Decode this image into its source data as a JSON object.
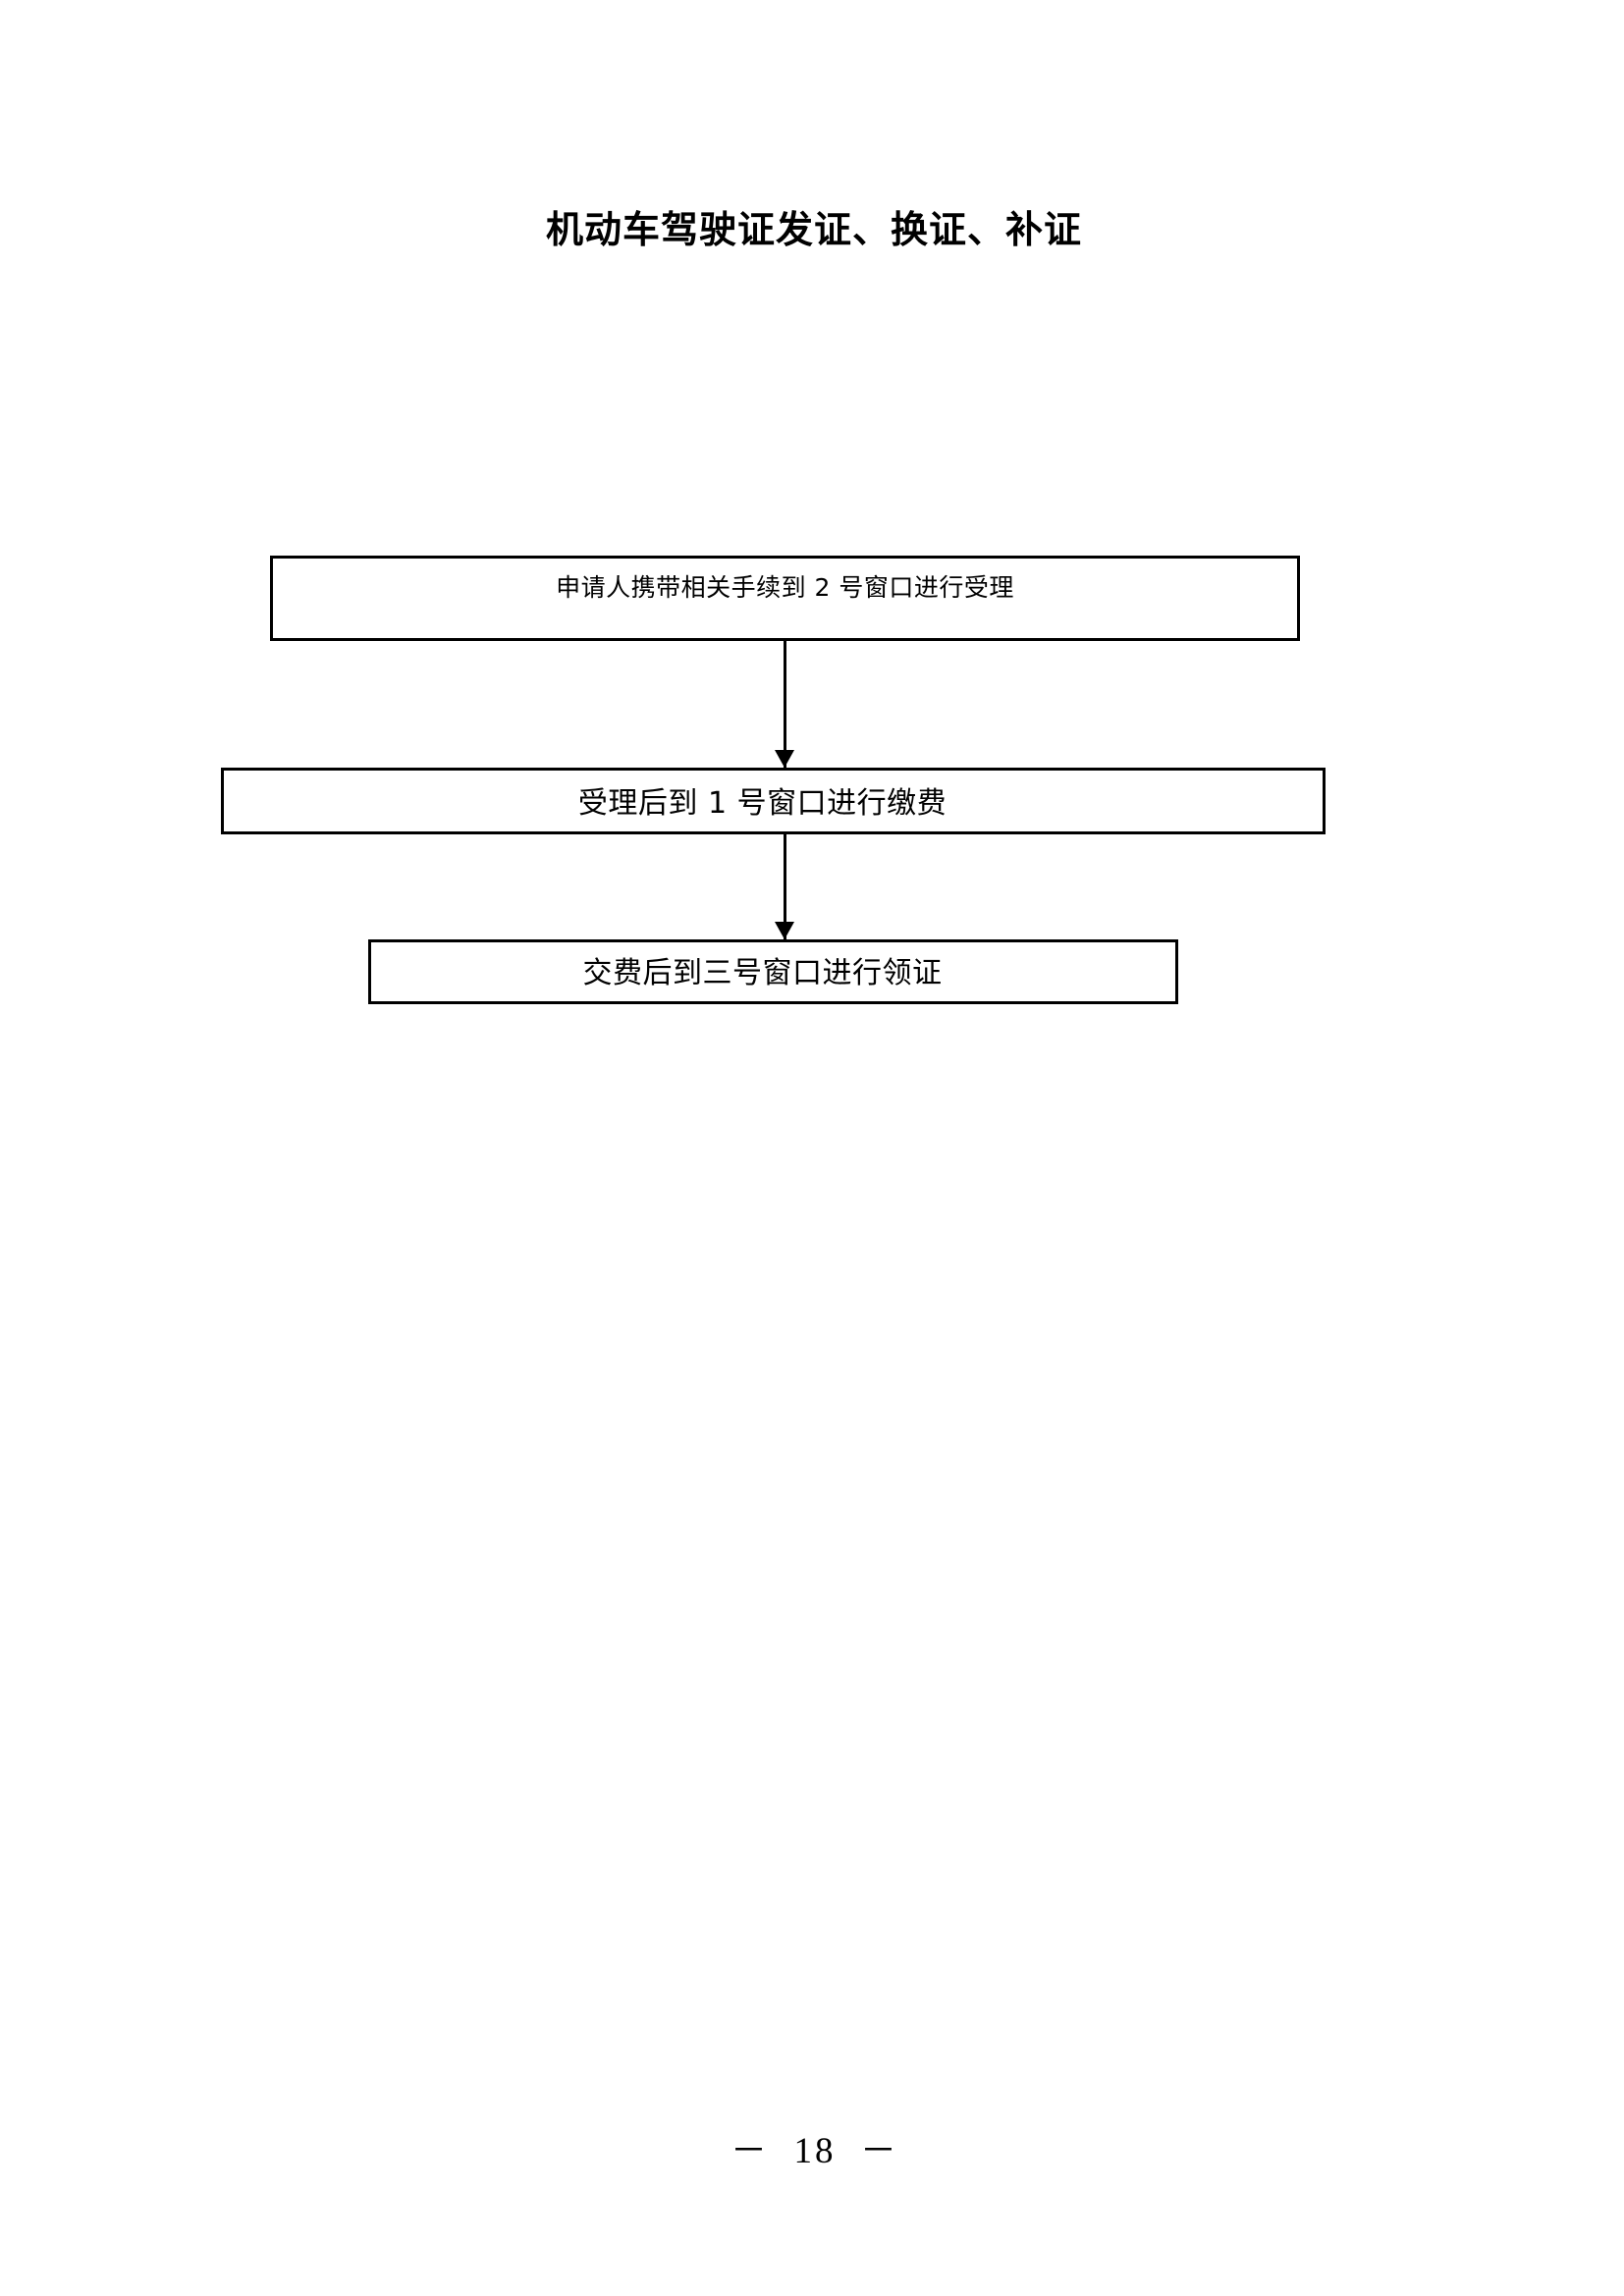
{
  "document": {
    "title": "机动车驾驶证发证、换证、补证",
    "page_footer": "－  18  －",
    "page_number": "18"
  },
  "flowchart": {
    "type": "process-flow",
    "orientation": "vertical-top-to-bottom",
    "steps": [
      {
        "id": "step-1",
        "label": "申请人携带相关手续到 2 号窗口进行受理",
        "window": "2 号窗口",
        "action": "受理"
      },
      {
        "id": "step-2",
        "label": "受理后到 1 号窗口进行缴费",
        "window": "1 号窗口",
        "action": "缴费"
      },
      {
        "id": "step-3",
        "label": "交费后到三号窗口进行领证",
        "window": "三号窗口",
        "action": "领证"
      }
    ],
    "connectors": [
      {
        "id": "arrow-1",
        "from": "step-1",
        "to": "step-2",
        "style": "solid-arrow-down"
      },
      {
        "id": "arrow-2",
        "from": "step-2",
        "to": "step-3",
        "style": "solid-arrow-down"
      }
    ],
    "colors": {
      "box_border": "#000000",
      "box_fill": "#ffffff",
      "connector": "#000000",
      "text": "#000000",
      "page_background": "#ffffff"
    }
  }
}
